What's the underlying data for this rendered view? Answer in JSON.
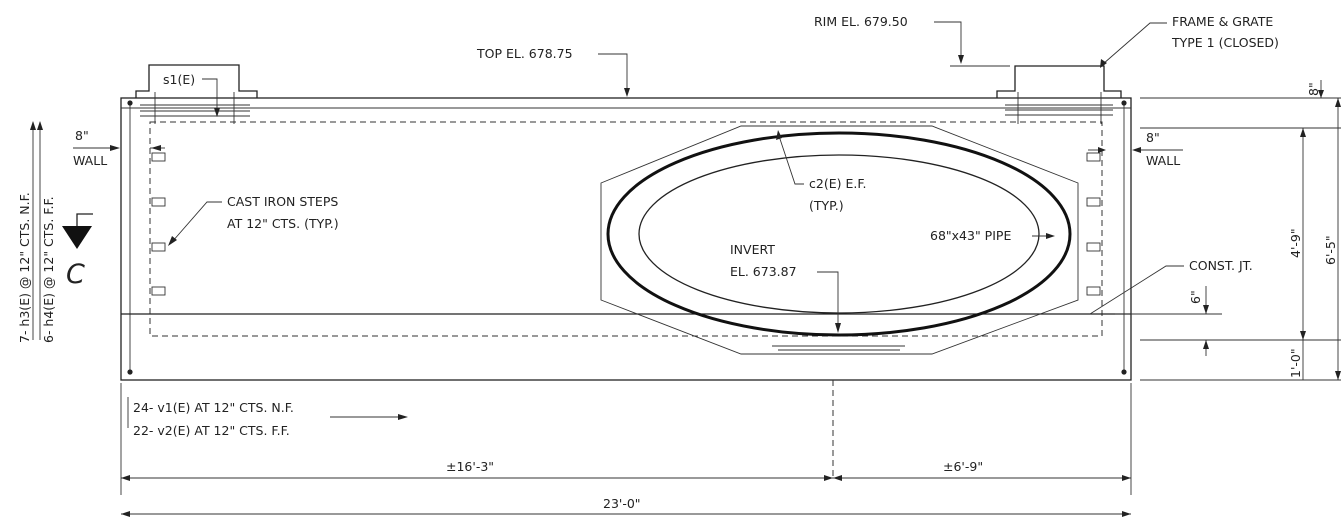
{
  "labels": {
    "rim_elevation": "RIM EL. 679.50",
    "frame_grate_line1": "FRAME & GRATE",
    "frame_grate_line2": "TYPE 1 (CLOSED)",
    "top_elevation": "TOP EL. 678.75",
    "slab_bar": "s1(E)",
    "wall_left_thickness": "8\"",
    "wall_left_label": "WALL",
    "wall_right_thickness": "8\"",
    "wall_right_label": "WALL",
    "steps_line1": "CAST IRON STEPS",
    "steps_line2": "AT 12\" CTS. (TYP.)",
    "corner_bar_line1": "c2(E) E.F.",
    "corner_bar_line2": "(TYP.)",
    "pipe_size": "68\"x43\" PIPE",
    "invert_line1": "INVERT",
    "invert_line2": "EL. 673.87",
    "const_joint": "CONST. JT.",
    "section_marker": "C",
    "horiz_bars_nf": "7- h3(E) @ 12\" CTS. N.F.",
    "horiz_bars_ff": "6- h4(E) @ 12\" CTS. F.F.",
    "vert_bars_nf": "24- v1(E) AT 12\" CTS. N.F.",
    "vert_bars_ff": "22- v2(E) AT 12\" CTS. F.F."
  },
  "dimensions": {
    "top_slab": "8\"",
    "interior_height": "4'-9\"",
    "overall_height": "6'-5\"",
    "joint_height": "6\"",
    "base_slab": "1'-0\"",
    "left_length": "±16'-3\"",
    "right_length": "±6'-9\"",
    "overall_length": "23'-0\""
  },
  "colors": {
    "line": "#222222",
    "background": "#ffffff"
  }
}
